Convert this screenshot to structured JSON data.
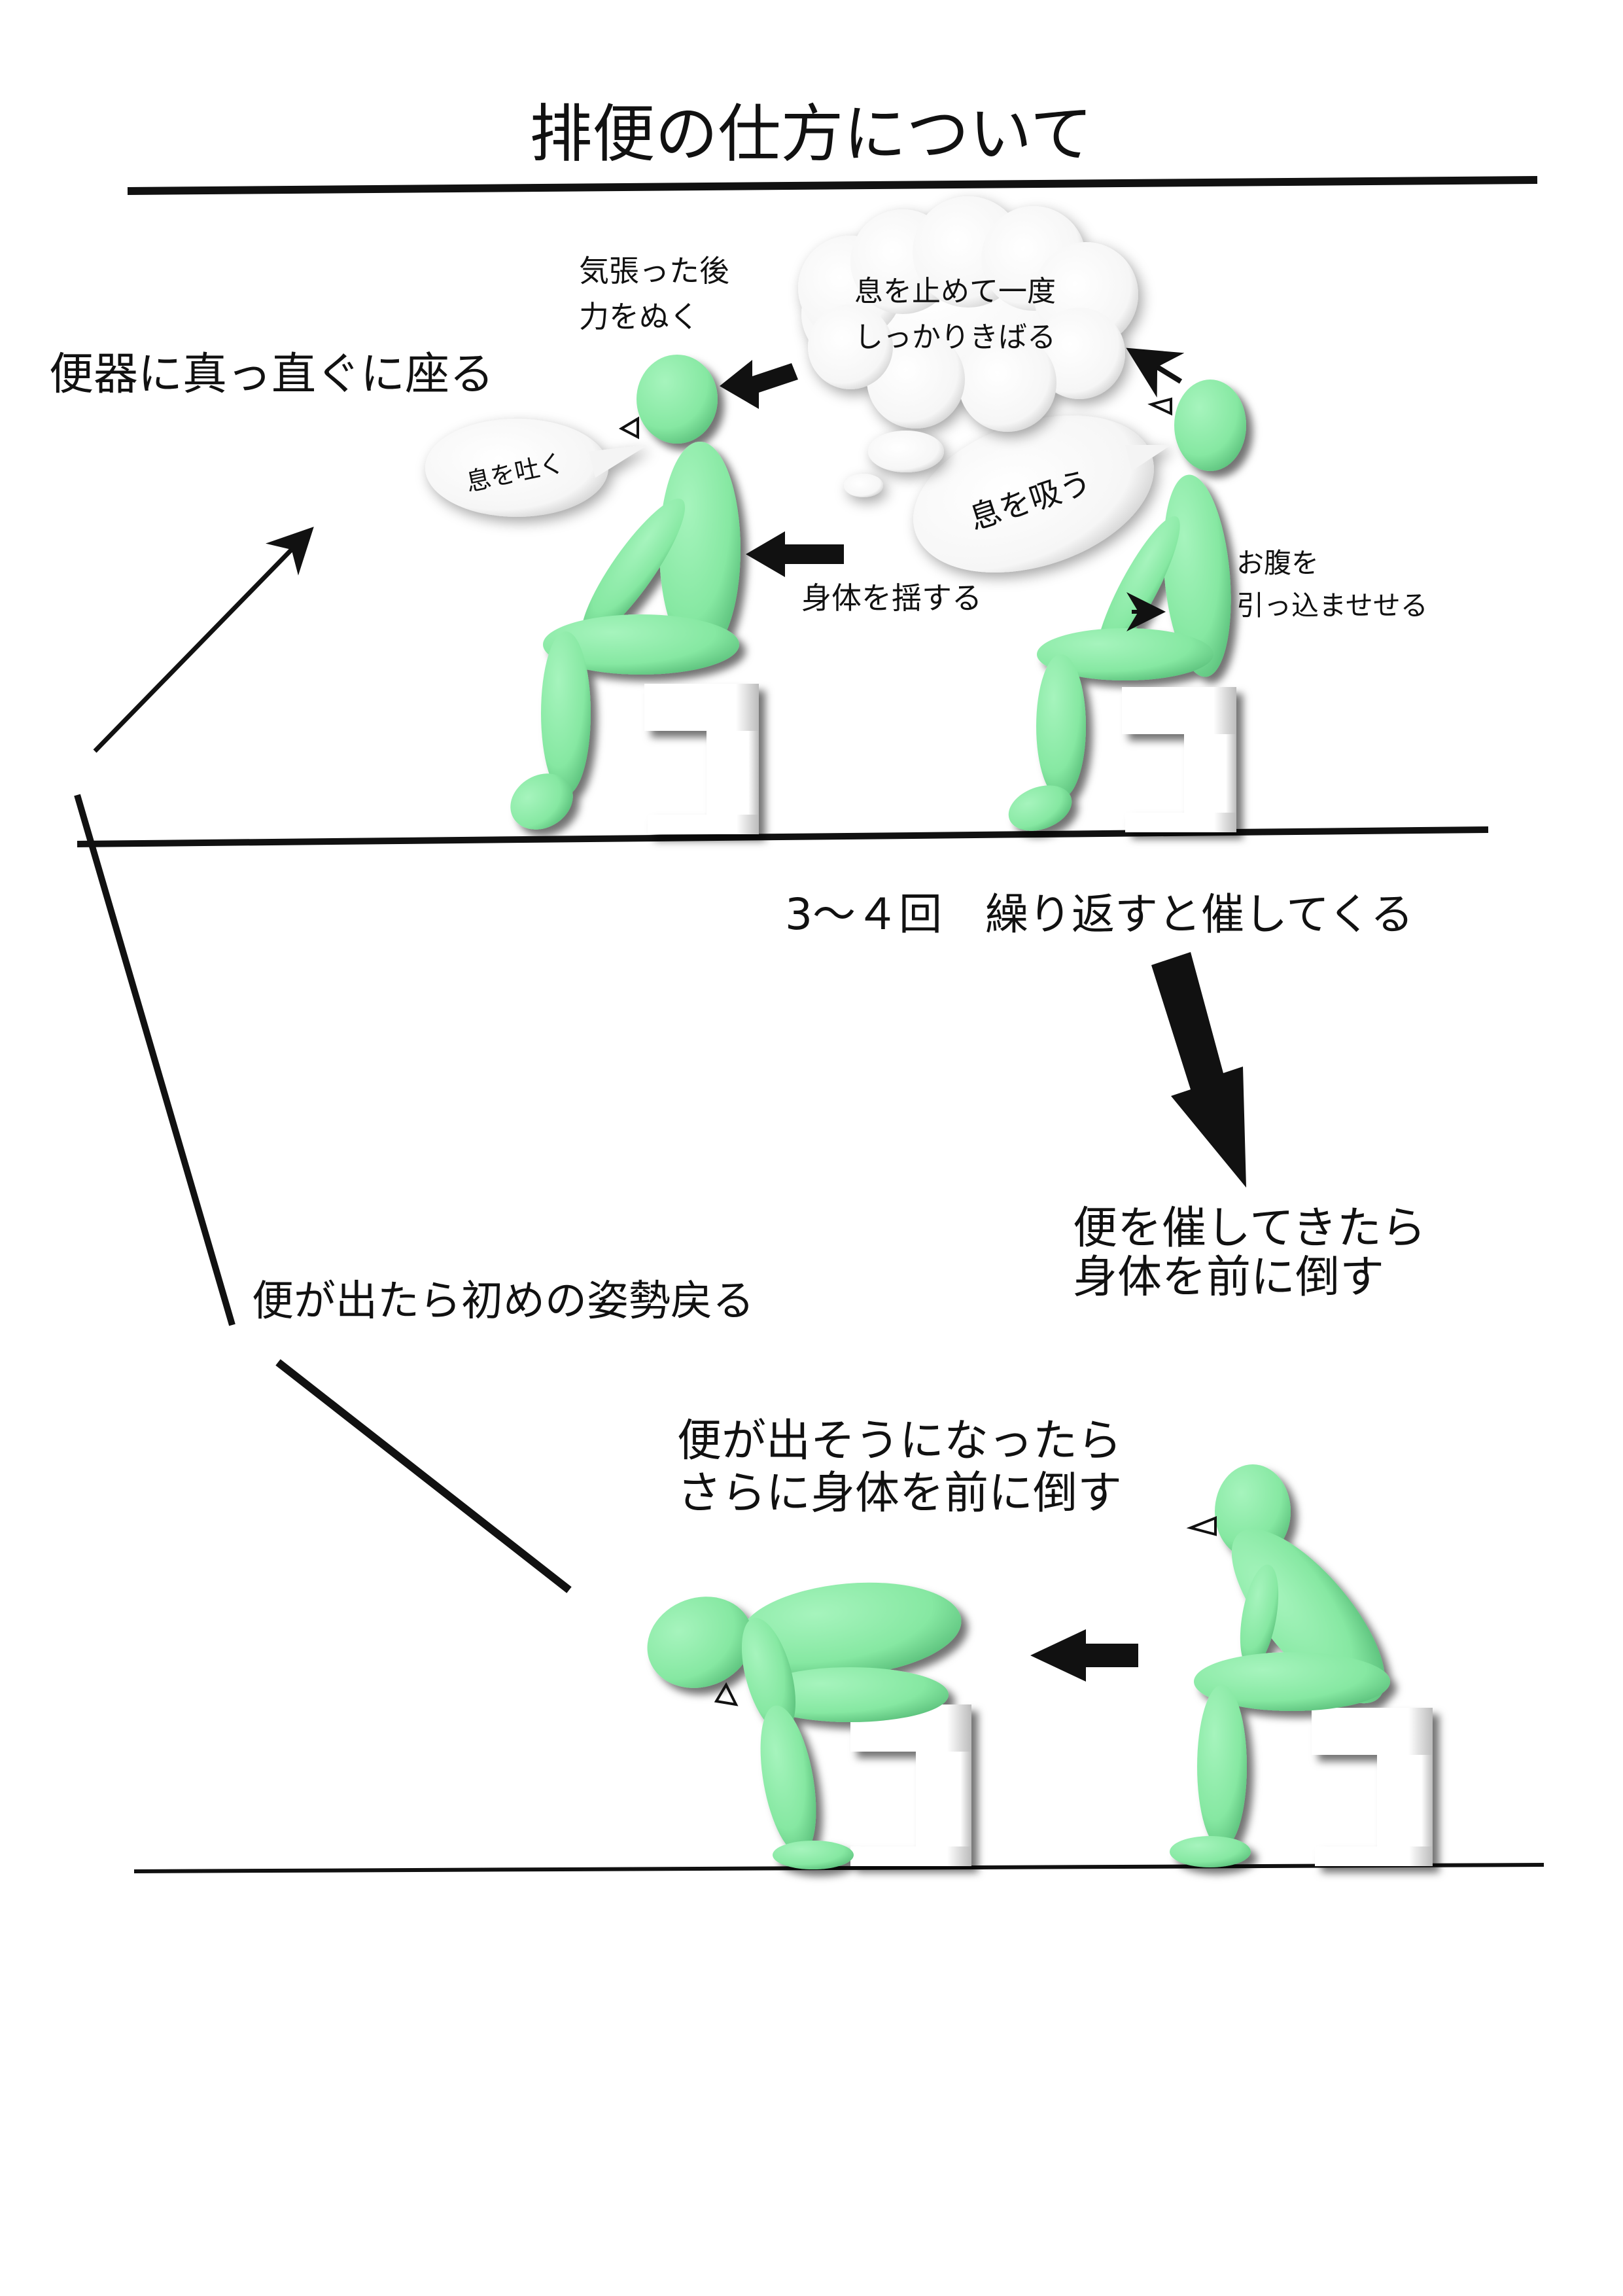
{
  "title": "排便の仕方について",
  "labels": {
    "sit_straight": "便器に真っ直ぐに座る",
    "after_strain_1": "気張った後",
    "after_strain_2": "力をぬく",
    "exhale": "息を吐く",
    "stop_breath_1": "息を止めて一度",
    "stop_breath_2": "しっかりきばる",
    "inhale": "息を吸う",
    "rock_body": "身体を揺する",
    "belly_1": "お腹を",
    "belly_2": "引っ込ませせる",
    "repeat": "3～４回　繰り返すと催してくる",
    "urge_1": "便を催してきたら",
    "urge_2": "身体を前に倒す",
    "almost_1": "便が出そうになったら",
    "almost_2": "さらに身体を前に倒す",
    "return": "便が出たら初めの姿勢戻る"
  },
  "colors": {
    "figure": "#86e8a2",
    "figure_dark": "#3f9e5e",
    "ink": "#111111",
    "toilet": "#ffffff",
    "toilet_shade": "#9a9a9a"
  }
}
